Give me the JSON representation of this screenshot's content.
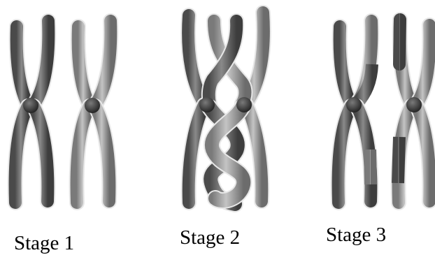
{
  "stages": [
    {
      "label": "Stage 1"
    },
    {
      "label": "Stage 2"
    },
    {
      "label": "Stage 3"
    }
  ],
  "colors": {
    "chromatid_dark": "#6f6f6f",
    "chromatid_light": "#9c9c9c",
    "band_dark": "#545454",
    "band_light": "#b4b4b4",
    "centromere": "#3a3a3a",
    "label": "#000000"
  }
}
